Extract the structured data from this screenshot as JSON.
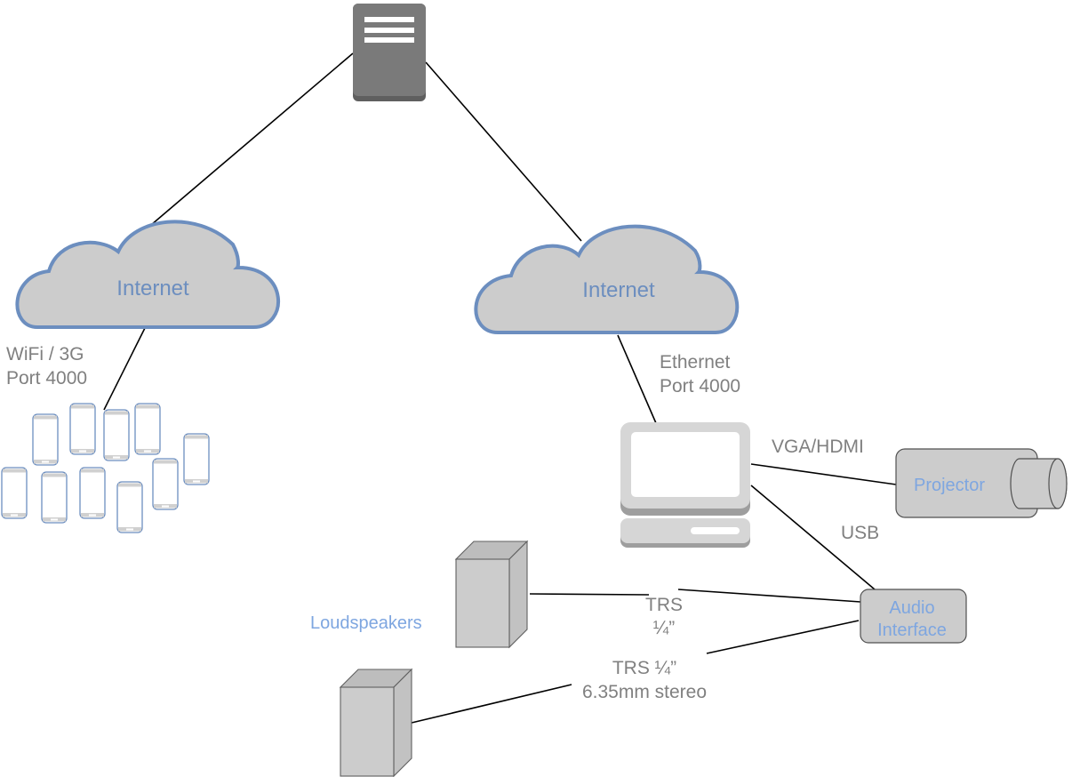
{
  "diagram": {
    "title": "Network and audio-visual setup",
    "colors": {
      "cloud_fill": "#cccccc",
      "cloud_stroke": "#6c8ebf",
      "cloud_text": "#6c8ebf",
      "device_text": "#7ea6e0",
      "edge_text": "#808080",
      "server_fill": "#7a7a7a",
      "computer_fill": "#d6d6d6",
      "phone_stroke": "#6c8ebf"
    },
    "nodes": {
      "server": {
        "label": "",
        "icon": "server-icon"
      },
      "cloud_left": {
        "label": "Internet",
        "icon": "cloud-icon"
      },
      "cloud_right": {
        "label": "Internet",
        "icon": "cloud-icon"
      },
      "phones": {
        "label": "",
        "icon": "smartphone-icon",
        "count": 10
      },
      "computer": {
        "label": "",
        "icon": "desktop-computer-icon"
      },
      "projector": {
        "label": "Projector",
        "icon": "projector-icon"
      },
      "audio_interface": {
        "label_line1": "Audio",
        "label_line2": "Interface"
      },
      "loudspeaker_1": {
        "icon": "loudspeaker-icon"
      },
      "loudspeaker_2": {
        "icon": "loudspeaker-icon"
      },
      "loudspeakers_label": "Loudspeakers"
    },
    "edges": {
      "wifi": {
        "line1": "WiFi / 3G",
        "line2": "Port 4000"
      },
      "ethernet": {
        "line1": "Ethernet",
        "line2": "Port 4000"
      },
      "vga": {
        "label": "VGA/HDMI"
      },
      "usb": {
        "label": "USB"
      },
      "trs_1": {
        "line1": "TRS",
        "line2": "¼”"
      },
      "trs_2": {
        "line1": "TRS ¼”",
        "line2": "6.35mm stereo"
      }
    }
  }
}
